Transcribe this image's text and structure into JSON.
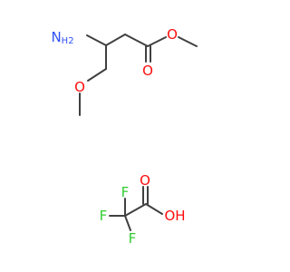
{
  "molecule": {
    "amine": {
      "element": "N",
      "hydrogens": "H2",
      "color": "#3050f8"
    },
    "ester_carbonyl_oxygen": {
      "element": "O",
      "color": "#ff0d0d"
    },
    "ester_oxygen": {
      "element": "O",
      "color": "#ff0d0d"
    },
    "ether_oxygen": {
      "element": "O",
      "color": "#ff0d0d"
    }
  },
  "counterion": {
    "carbonyl_oxygen": {
      "element": "O",
      "color": "#ff0d0d"
    },
    "hydroxyl": {
      "element": "OH",
      "color": "#ff0d0d"
    },
    "fluorine_top": {
      "element": "F",
      "color": "#33cc33"
    },
    "fluorine_left": {
      "element": "F",
      "color": "#33cc33"
    },
    "fluorine_bottom": {
      "element": "F",
      "color": "#33cc33"
    }
  },
  "bond_color": "#404040"
}
